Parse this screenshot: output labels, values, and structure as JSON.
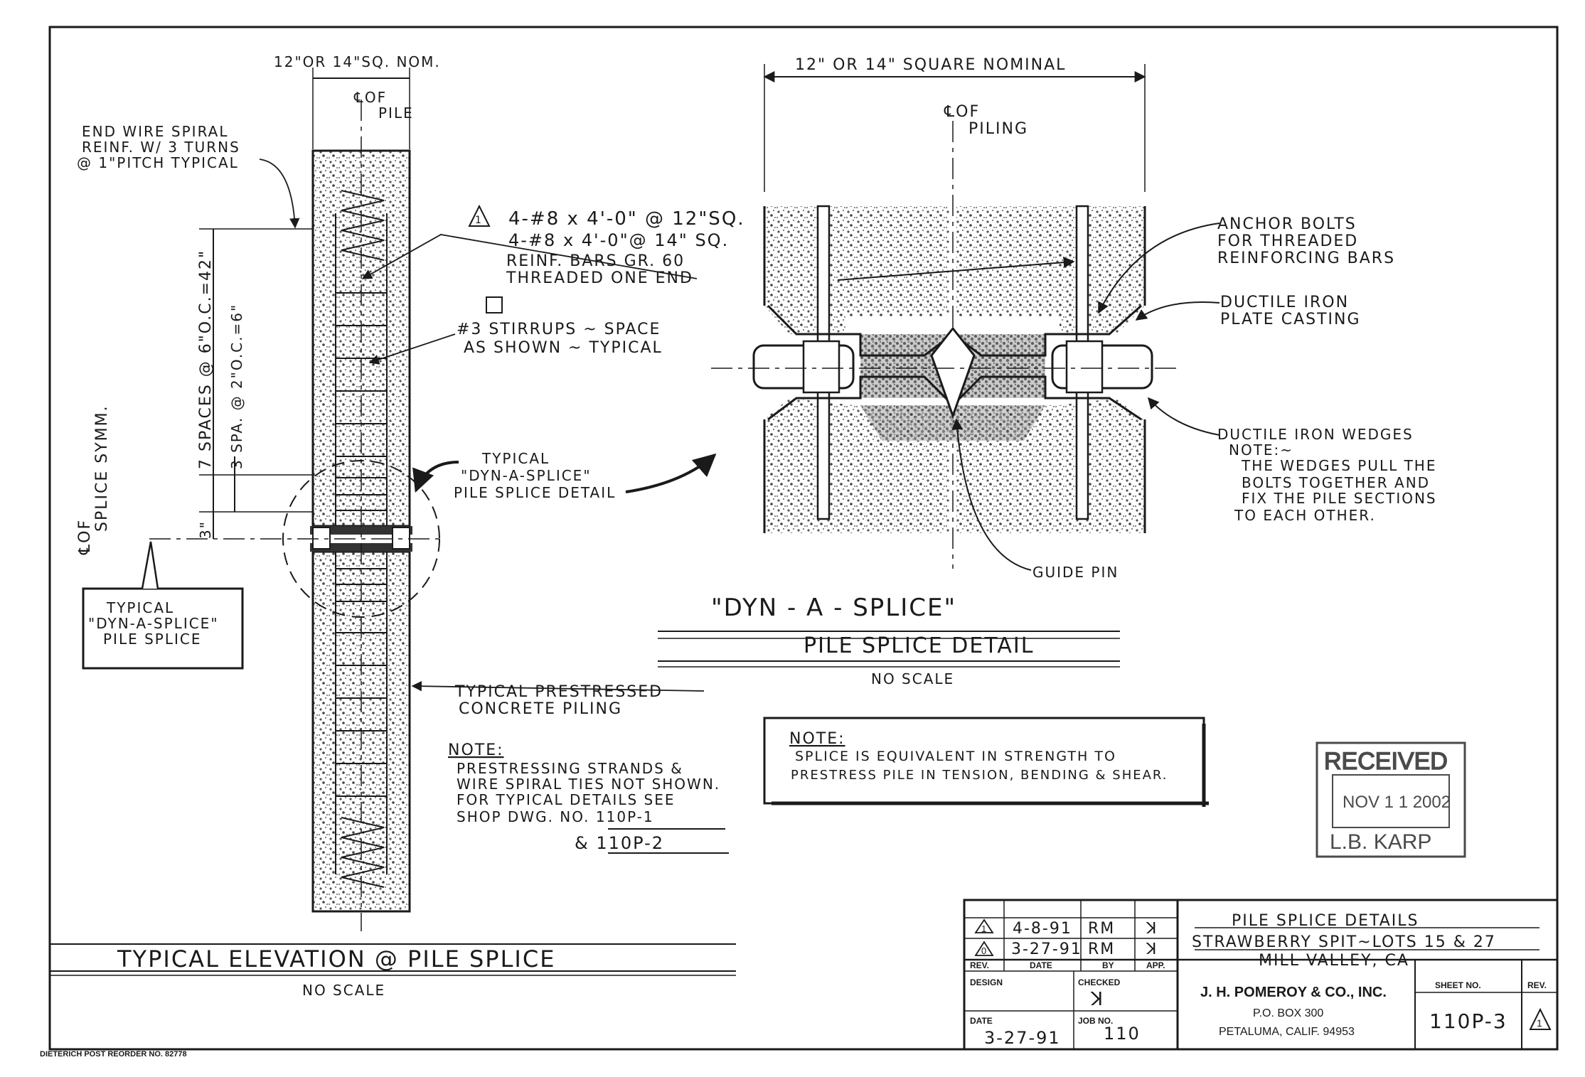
{
  "elevation": {
    "width_dim": "12\"OR 14\"SQ. NOM.",
    "cl_pile": [
      "℄OF",
      "PILE"
    ],
    "end_spiral": [
      "END WIRE SPIRAL",
      "REINF. W/ 3 TURNS",
      "@ 1\"PITCH TYPICAL"
    ],
    "reinf_bars": [
      "4-#8 x 4'-0\" @ 12\"SQ.",
      "4-#8 x 4'-0\"@ 14\" SQ.",
      "REINF. BARS GR. 60",
      "THREADED ONE END"
    ],
    "stirrups": [
      "#3 STIRRUPS ~ SPACE",
      "AS SHOWN ~ TYPICAL"
    ],
    "typical_dyn": [
      "TYPICAL",
      "\"DYN-A-SPLICE\"",
      "PILE SPLICE DETAIL"
    ],
    "dim_7spaces": "7 SPACES @ 6\"O.C.=42\"",
    "dim_3spa": "3 SPA. @ 2\"O.C.=6\"",
    "dim_3in": "3\"",
    "splice_symm": [
      "℄OF",
      "SPLICE SYMM."
    ],
    "box_label": [
      "TYPICAL",
      "\"DYN-A-SPLICE\"",
      "PILE SPLICE"
    ],
    "prestressed": [
      "TYPICAL PRESTRESSED",
      "CONCRETE PILING"
    ],
    "note_title": "NOTE:",
    "note_lines": [
      "PRESTRESSING STRANDS &",
      "WIRE SPIRAL TIES NOT SHOWN.",
      "FOR TYPICAL DETAILS SEE",
      "SHOP DWG. NO. 110P-1",
      "& 110P-2"
    ],
    "title": "TYPICAL ELEVATION @ PILE SPLICE",
    "scale": "NO SCALE"
  },
  "detail": {
    "width_dim": "12\" OR 14\" SQUARE NOMINAL",
    "cl_piling": [
      "℄OF",
      "PILING"
    ],
    "anchor_bolts": [
      "ANCHOR BOLTS",
      "FOR THREADED",
      "REINFORCING BARS"
    ],
    "plate_casting": [
      "DUCTILE IRON",
      "PLATE CASTING"
    ],
    "wedges": [
      "DUCTILE IRON WEDGES",
      "NOTE:~",
      "THE WEDGES PULL THE",
      "BOLTS TOGETHER AND",
      "FIX THE PILE SECTIONS",
      "TO EACH OTHER."
    ],
    "guide_pin": "GUIDE PIN",
    "title": "\"DYN - A - SPLICE\"",
    "subtitle": "PILE SPLICE DETAIL",
    "scale": "NO SCALE"
  },
  "splice_note": {
    "title": "NOTE:",
    "lines": [
      "SPLICE IS EQUIVALENT IN STRENGTH TO",
      "PRESTRESS PILE IN TENSION, BENDING & SHEAR."
    ]
  },
  "stamp": {
    "received": "RECEIVED",
    "date": "NOV 1 1 2002",
    "name": "L.B. KARP"
  },
  "title_block": {
    "revisions": [
      {
        "rev": "1",
        "date": "4-8-91",
        "by": "RM",
        "app": "ꓘ"
      },
      {
        "rev": "0",
        "date": "3-27-91",
        "by": "RM",
        "app": "ꓘ"
      }
    ],
    "headers": {
      "rev": "REV.",
      "date": "DATE",
      "by": "BY",
      "app": "APP."
    },
    "design_label": "DESIGN",
    "checked_label": "CHECKED",
    "date_label": "DATE",
    "date_value": "3-27-91",
    "job_label": "JOB NO.",
    "job_value": "110",
    "project_lines": [
      "PILE SPLICE DETAILS",
      "STRAWBERRY SPIT~LOTS 15 & 27",
      "MILL VALLEY, CA"
    ],
    "company": "J. H. POMEROY & CO., INC.",
    "address1": "P.O. BOX 300",
    "address2": "PETALUMA, CALIF. 94953",
    "sheet_label": "SHEET NO.",
    "sheet_value": "110P-3",
    "rev_label": "REV.",
    "rev_value": "1"
  },
  "footer": "DIETERICH POST REORDER NO. 82778"
}
